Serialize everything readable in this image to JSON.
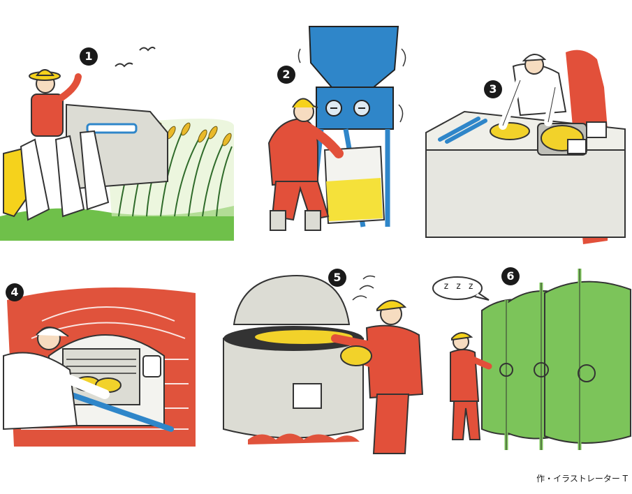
{
  "steps": [
    {
      "number": "1"
    },
    {
      "number": "2"
    },
    {
      "number": "3"
    },
    {
      "number": "4"
    },
    {
      "number": "5"
    },
    {
      "number": "6"
    }
  ],
  "sleep_bubble": "z z z",
  "credit": "作・イラストレーター T",
  "colors": {
    "worker_red": "#e2503a",
    "hat_yellow": "#f5d21c",
    "grain_yellow": "#f2d22a",
    "grass_green": "#6fc04a",
    "tank_green": "#7cc45a",
    "mill_blue": "#2f86c9",
    "brick_red": "#e0533c",
    "steel_gray": "#dcdcd4"
  }
}
